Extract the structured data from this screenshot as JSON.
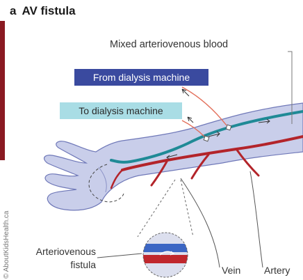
{
  "panel": {
    "letter": "a",
    "title": "AV fistula"
  },
  "labels": {
    "mixed": "Mixed arteriovenous blood",
    "from_machine": "From dialysis machine",
    "to_machine": "To dialysis machine",
    "avf_line1": "Arteriovenous",
    "avf_line2": "fistula",
    "vein": "Vein",
    "artery": "Artery"
  },
  "credit": "© AboutKidsHealth.ca",
  "colors": {
    "arm_fill": "#c9ceea",
    "arm_stroke": "#6f78b8",
    "vein": "#1f8a96",
    "artery": "#b3242a",
    "from_box": "#3a4a9f",
    "to_box": "#a9dde5",
    "leader": "#e36f5a",
    "inset_vein": "#3b66c4"
  }
}
